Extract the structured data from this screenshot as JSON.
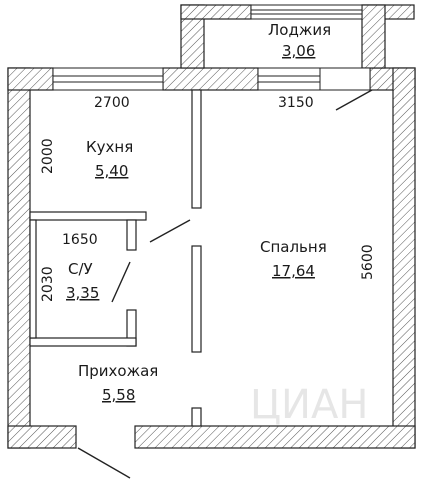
{
  "rooms": {
    "loggia": {
      "name": "Лоджия",
      "area": "3,06"
    },
    "kitchen": {
      "name": "Кухня",
      "area": "5,40"
    },
    "bathroom": {
      "name": "С/У",
      "area": "3,35"
    },
    "bedroom": {
      "name": "Спальня",
      "area": "17,64"
    },
    "hallway": {
      "name": "Прихожая",
      "area": "5,58"
    }
  },
  "dimensions": {
    "kitchen_width": "2700",
    "kitchen_depth": "2000",
    "bedroom_width": "3150",
    "bedroom_depth": "5600",
    "bath_width": "1650",
    "bath_depth": "2030"
  },
  "watermark": "ЦИАН"
}
